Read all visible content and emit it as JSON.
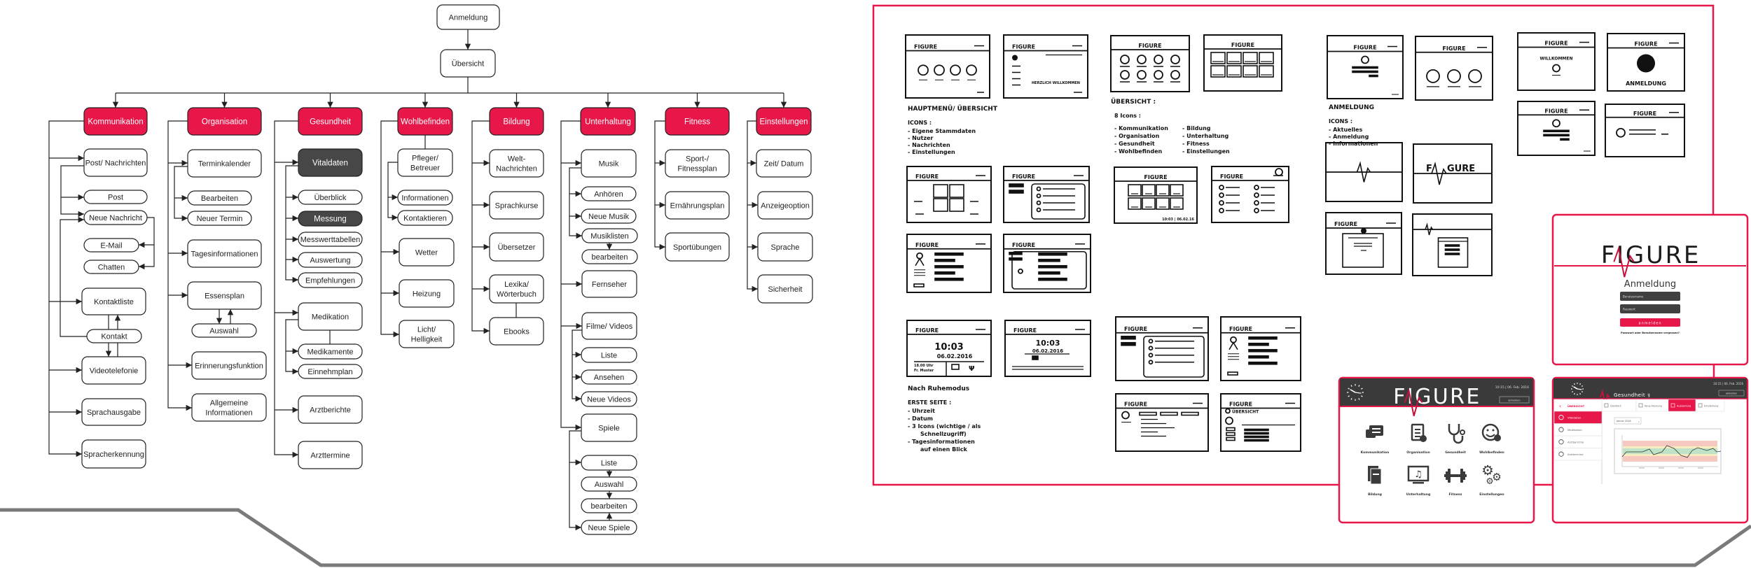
{
  "colors": {
    "accent": "#e8174a",
    "dark_node": "#474747",
    "header_dark": "#3a3a3a",
    "connector": "#222222",
    "divider": "#7a7a7a"
  },
  "sitemap": {
    "root": "Anmeldung",
    "overview": "Übersicht",
    "categories": [
      {
        "label": "Kommunikation",
        "children": [
          {
            "label": "Post/ Nachrichten"
          },
          {
            "label": "Post"
          },
          {
            "label": "Neue Nachricht"
          },
          {
            "label": "E-Mail"
          },
          {
            "label": "Chatten"
          },
          {
            "label": "Kontaktliste"
          },
          {
            "label": "Kontakt"
          },
          {
            "label": "Videotelefonie"
          },
          {
            "label": "Sprachausgabe"
          },
          {
            "label": "Spracherkennung"
          }
        ]
      },
      {
        "label": "Organisation",
        "children": [
          {
            "label": "Terminkalender"
          },
          {
            "label": "Bearbeiten"
          },
          {
            "label": "Neuer Termin"
          },
          {
            "label": "Tagesinformationen"
          },
          {
            "label": "Essensplan"
          },
          {
            "label": "Auswahl"
          },
          {
            "label": "Erinnerungsfunktion"
          },
          {
            "label": "Allgemeine\nInformationen"
          }
        ]
      },
      {
        "label": "Gesundheit",
        "children": [
          {
            "label": "Vitaldaten",
            "highlight": true
          },
          {
            "label": "Überblick"
          },
          {
            "label": "Messung",
            "highlight": true
          },
          {
            "label": "Messwerttabellen"
          },
          {
            "label": "Auswertung"
          },
          {
            "label": "Empfehlungen"
          },
          {
            "label": "Medikation"
          },
          {
            "label": "Medikamente"
          },
          {
            "label": "Einnehmplan"
          },
          {
            "label": "Arztberichte"
          },
          {
            "label": "Arzttermine"
          }
        ]
      },
      {
        "label": "Wohlbefinden",
        "children": [
          {
            "label": "Pfleger/\nBetreuer"
          },
          {
            "label": "Informationen"
          },
          {
            "label": "Kontaktieren"
          },
          {
            "label": "Wetter"
          },
          {
            "label": "Heizung"
          },
          {
            "label": "Licht/\nHelligkeit"
          }
        ]
      },
      {
        "label": "Bildung",
        "children": [
          {
            "label": "Welt-\nNachrichten"
          },
          {
            "label": "Sprachkurse"
          },
          {
            "label": "Übersetzer"
          },
          {
            "label": "Lexika/\nWörterbuch"
          },
          {
            "label": "Ebooks"
          }
        ]
      },
      {
        "label": "Unterhaltung",
        "children": [
          {
            "label": "Musik"
          },
          {
            "label": "Anhören"
          },
          {
            "label": "Neue Musik"
          },
          {
            "label": "Musiklisten"
          },
          {
            "label": "bearbeiten"
          },
          {
            "label": "Fernseher"
          },
          {
            "label": "Filme/ Videos"
          },
          {
            "label": "Liste"
          },
          {
            "label": "Ansehen"
          },
          {
            "label": "Neue Videos"
          },
          {
            "label": "Spiele"
          },
          {
            "label": "Liste"
          },
          {
            "label": "Auswahl"
          },
          {
            "label": "bearbeiten"
          },
          {
            "label": "Neue Spiele"
          }
        ]
      },
      {
        "label": "Fitness",
        "children": [
          {
            "label": "Sport-/\nFitnessplan"
          },
          {
            "label": "Ernährungsplan"
          },
          {
            "label": "Sportübungen"
          }
        ]
      },
      {
        "label": "Einstellungen",
        "children": [
          {
            "label": "Zeit/ Datum"
          },
          {
            "label": "Anzeigeoption"
          },
          {
            "label": "Sprache"
          },
          {
            "label": "Sicherheit"
          }
        ]
      }
    ]
  },
  "sketches": {
    "logo": "FIGURE",
    "welcome_text": "HERZLICH WILLKOMMEN",
    "main_menu_note": {
      "title": "HAUPTMENÜ/ ÜBERSICHT",
      "subtitle": "ICONS :",
      "items": [
        "- Eigene Stammdaten",
        "- Nutzer",
        "- Nachrichten",
        "- Einstellungen"
      ]
    },
    "clock_sketch": {
      "time": "10:03",
      "date": "06.02.2016",
      "appointment_time": "18.00 Uhr",
      "appointment_name": "Fr. Muster"
    },
    "rest_note": {
      "title": "Nach Ruhemodus",
      "subtitle": "ERSTE SEITE :",
      "items": [
        "- Uhrzeit",
        "- Datum",
        "- 3 Icons (wichtige / als",
        "Schnellzugriff)",
        "- Tagesinformationen",
        "auf einen Blick"
      ]
    },
    "overview_note": {
      "title": "ÜBERSICHT :",
      "subtitle": "8 Icons :",
      "items_left": [
        "- Kommunikation",
        "- Organisation",
        "- Gesundheit",
        "- Wohlbefinden"
      ],
      "items_right": [
        "- Bildung",
        "- Unterhaltung",
        "- Fitness",
        "- Einstellungen"
      ]
    },
    "grid_date": "10:03 | 06.02.16",
    "uebersicht_link": "ÜBERSICHT",
    "login_note": {
      "title": "ANMELDUNG",
      "subtitle": "ICONS :",
      "items": [
        "- Aktuelles",
        "- Anmeldung",
        "- Informationen"
      ]
    },
    "willkommen": "WILLKOMMEN",
    "anmeldung": "ANMELDUNG"
  },
  "login_mockup": {
    "logo": "FIGURE",
    "title": "Anmeldung",
    "username_placeholder": "Benutzername",
    "password_placeholder": "Passwort",
    "submit": "anmelden",
    "forgot": "Passwort oder Benutzername vergessen?"
  },
  "dashboard_mockup": {
    "logo": "FIGURE",
    "datetime": "10:15 | 06. Feb. 2016",
    "logout": "abmelden",
    "tiles": [
      {
        "label": "Kommunikation",
        "icon": "chat-icon"
      },
      {
        "label": "Organisation",
        "icon": "clipboard-check-icon"
      },
      {
        "label": "Gesundheit",
        "icon": "stethoscope-icon"
      },
      {
        "label": "Wohlbefinden",
        "icon": "smiley-icon"
      },
      {
        "label": "Bildung",
        "icon": "book-icon"
      },
      {
        "label": "Unterhaltung",
        "icon": "monitor-music-icon"
      },
      {
        "label": "Fitness",
        "icon": "dumbbell-icon"
      },
      {
        "label": "Einstellungen",
        "icon": "gears-icon"
      }
    ]
  },
  "health_mockup": {
    "title": "Gesundheit",
    "datetime": "10:15 | 06. Feb. 2016",
    "logout": "abmelden",
    "back": "ÜBERSICHT",
    "sidebar": [
      {
        "label": "Vitaldaten",
        "active": true
      },
      {
        "label": "Medikation"
      },
      {
        "label": "Arztberichte"
      },
      {
        "label": "Arzttermine"
      }
    ],
    "tabs": [
      {
        "label": "Überblick"
      },
      {
        "label": "Neue Messung"
      },
      {
        "label": "Auswertung",
        "active": true
      },
      {
        "label": "Empfehlung"
      }
    ],
    "period_select": "Januar 2016"
  }
}
